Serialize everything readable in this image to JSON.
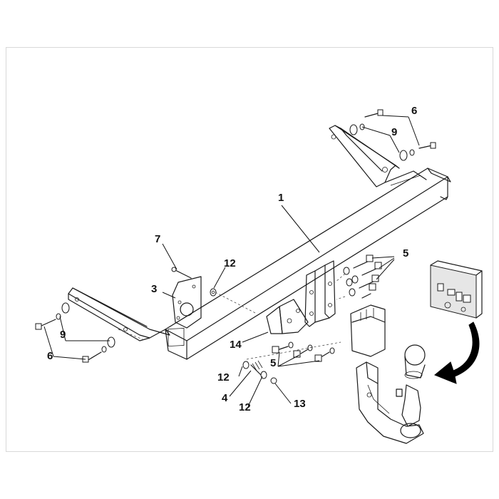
{
  "diagram": {
    "callouts": [
      {
        "id": "c1",
        "label": "1"
      },
      {
        "id": "c3",
        "label": "3"
      },
      {
        "id": "c4",
        "label": "4"
      },
      {
        "id": "c5a",
        "label": "5"
      },
      {
        "id": "c5b",
        "label": "5"
      },
      {
        "id": "c6a",
        "label": "6"
      },
      {
        "id": "c6b",
        "label": "6"
      },
      {
        "id": "c7",
        "label": "7"
      },
      {
        "id": "c9a",
        "label": "9"
      },
      {
        "id": "c9b",
        "label": "9"
      },
      {
        "id": "c12a",
        "label": "12"
      },
      {
        "id": "c12b",
        "label": "12"
      },
      {
        "id": "c12c",
        "label": "12"
      },
      {
        "id": "c13",
        "label": "13"
      },
      {
        "id": "c14",
        "label": "14"
      }
    ],
    "colors": {
      "line": "#1a1a1a",
      "frame": "#d8d8d8",
      "fill_light": "#e6e6e6",
      "arrow": "#000000"
    }
  }
}
